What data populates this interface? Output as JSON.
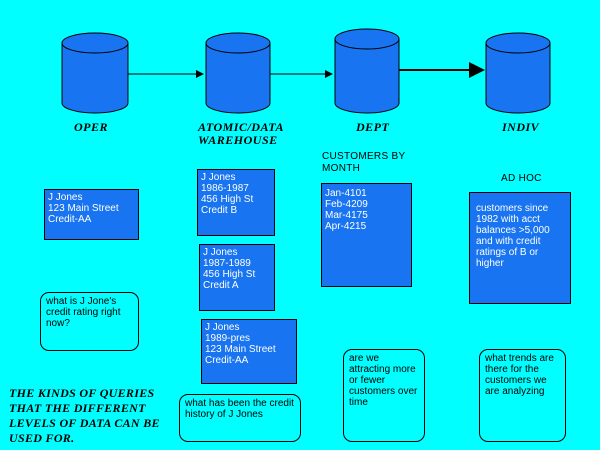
{
  "levels": [
    {
      "label": "OPER"
    },
    {
      "label": "ATOMIC/DATA WAREHOUSE"
    },
    {
      "label": "DEPT"
    },
    {
      "label": "INDIV"
    }
  ],
  "oper_record": [
    "J Jones",
    "123 Main Street",
    "Credit-AA"
  ],
  "warehouse_records": [
    [
      "J Jones",
      "1986-1987",
      "456 High St",
      "Credit B"
    ],
    [
      "J Jones",
      "1987-1989",
      "456 High St",
      "Credit A"
    ],
    [
      "J Jones",
      "1989-pres",
      "123 Main Street",
      "Credit-AA"
    ]
  ],
  "dept": {
    "title": "CUSTOMERS BY MONTH",
    "rows": [
      "Jan-4101",
      "Feb-4209",
      "Mar-4175",
      "Apr-4215"
    ]
  },
  "indiv": {
    "title": "AD HOC",
    "text": "customers since 1982 with acct balances >5,000 and with credit ratings of B or higher"
  },
  "queries": {
    "oper": "what is J Jone's credit rating right now?",
    "warehouse": "what has been the credit history of J Jones",
    "dept": "are we attracting more or fewer customers over time",
    "indiv": "what trends are there for the customers we are analyzing"
  },
  "caption": "THE KINDS OF QUERIES THAT THE DIFFERENT LEVELS OF DATA CAN BE USED FOR.",
  "colors": {
    "background": "#00FFFF",
    "cylinder": "#1874F0",
    "box": "#1874F0"
  }
}
